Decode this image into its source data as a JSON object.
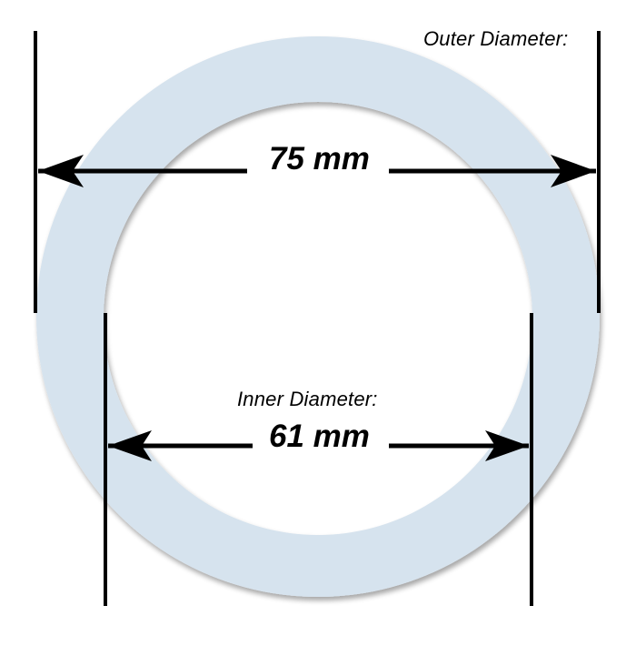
{
  "outer": {
    "caption": "Outer Diameter:",
    "value": "75 mm"
  },
  "inner": {
    "caption": "Inner Diameter:",
    "value": "61 mm"
  },
  "colors": {
    "ring_fill": "#d6e3ee",
    "line": "#000000",
    "background": "#ffffff"
  }
}
